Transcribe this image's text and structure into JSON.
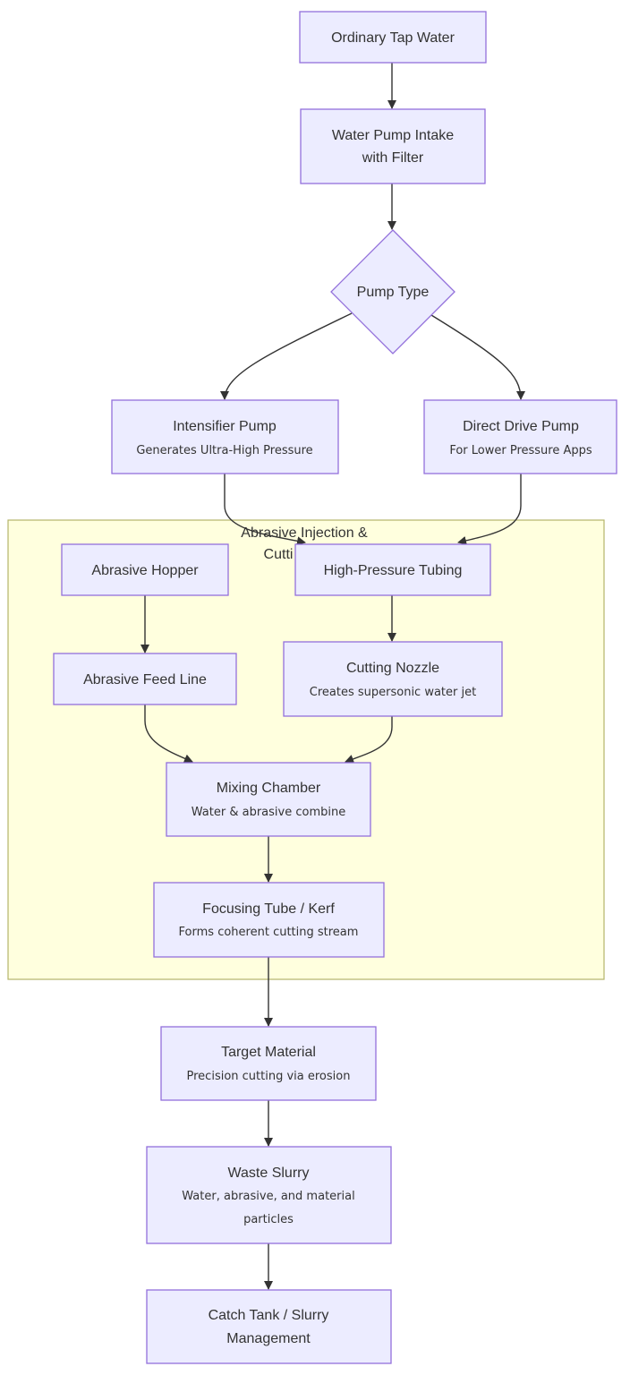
{
  "colors": {
    "node_fill": "#ECECFF",
    "node_stroke": "#9370DB",
    "cluster_fill": "#ffffde",
    "cluster_stroke": "#b4b46a",
    "edge": "#333333",
    "text": "#333333"
  },
  "cluster": {
    "label_line1": "Abrasive Injection &",
    "label_line2": "Cutti"
  },
  "nodes": {
    "tap_water": {
      "title": "Ordinary Tap Water"
    },
    "pump_intake": {
      "title_line1": "Water Pump Intake",
      "title_line2": "with Filter"
    },
    "pump_type": {
      "title": "Pump Type"
    },
    "intensifier": {
      "title": "Intensifier Pump",
      "subtitle": "Generates Ultra-High Pressure"
    },
    "direct_drive": {
      "title": "Direct Drive Pump",
      "subtitle": "For Lower Pressure Apps"
    },
    "hopper": {
      "title": "Abrasive Hopper"
    },
    "tubing": {
      "title": "High-Pressure Tubing"
    },
    "feed_line": {
      "title": "Abrasive Feed Line"
    },
    "nozzle": {
      "title": "Cutting Nozzle",
      "subtitle": "Creates supersonic water jet"
    },
    "mixing": {
      "title": "Mixing Chamber",
      "subtitle": "Water & abrasive combine"
    },
    "focusing": {
      "title": "Focusing Tube / Kerf",
      "subtitle": "Forms coherent cutting stream"
    },
    "target": {
      "title": "Target Material",
      "subtitle": "Precision cutting via erosion"
    },
    "slurry": {
      "title": "Waste Slurry",
      "subtitle_line1": "Water, abrasive, and material",
      "subtitle_line2": "particles"
    },
    "catch_tank": {
      "title_line1": "Catch Tank / Slurry",
      "title_line2": "Management"
    }
  }
}
